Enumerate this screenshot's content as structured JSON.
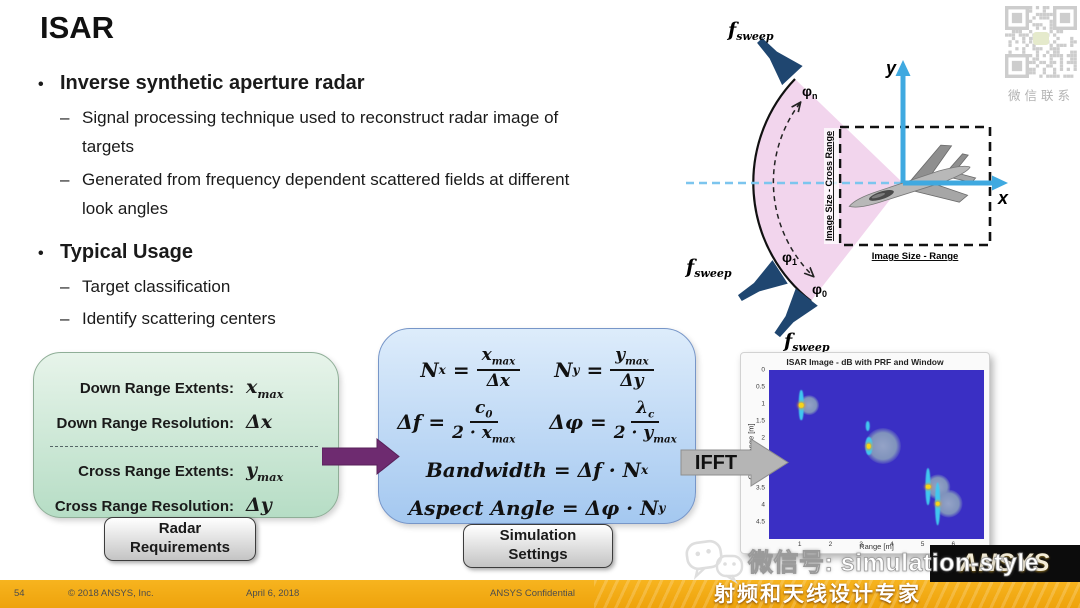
{
  "slide_title": "ISAR",
  "bullets": {
    "bullet_char": "•",
    "dash_char": "–",
    "items": [
      {
        "label": "Inverse synthetic aperture radar",
        "subs": [
          "Signal processing technique used to reconstruct radar image of targets",
          "Generated from frequency dependent scattered fields at different look angles"
        ]
      },
      {
        "label": "Typical Usage",
        "subs": [
          "Target classification",
          "Identify scattering centers"
        ]
      }
    ]
  },
  "diagram": {
    "fsweep_base": "f",
    "fsweep_sub": "sweep",
    "phi_base": "φ",
    "phi_n_sub": "n",
    "phi_1_sub": "1",
    "phi_0_sub": "0",
    "axis_x_label": "x",
    "axis_y_label": "y",
    "cross_range_label": "Image Size - Cross Range",
    "range_label": "Image Size - Range"
  },
  "qr_caption": "微信联系",
  "radar_box": {
    "rows": [
      {
        "label": "Down Range Extents:",
        "sym": "x",
        "sym_sub": "max"
      },
      {
        "label": "Down Range Resolution:",
        "sym": "Δx",
        "sym_sub": ""
      },
      {
        "label": "Cross Range Extents:",
        "sym": "y",
        "sym_sub": "max"
      },
      {
        "label": "Cross Range Resolution:",
        "sym": "Δy",
        "sym_sub": ""
      }
    ],
    "caption_line1": "Radar",
    "caption_line2": "Requirements"
  },
  "settings_box": {
    "eq": "=",
    "f1": {
      "lhs": "N",
      "lhs_sub": "x",
      "num": "x",
      "num_sub": "max",
      "den": "Δx",
      "den_sub": ""
    },
    "f2": {
      "lhs": "N",
      "lhs_sub": "y",
      "num": "y",
      "num_sub": "max",
      "den": "Δy",
      "den_sub": ""
    },
    "f3": {
      "lhs": "Δf",
      "lhs_sub": "",
      "num": "c",
      "num_sub": "0",
      "den": "2 · x",
      "den_sub": "max"
    },
    "f4": {
      "lhs": "Δφ",
      "lhs_sub": "",
      "num": "λ",
      "num_sub": "c",
      "den": "2 · y",
      "den_sub": "max"
    },
    "f5": {
      "lhs": "Bandwidth",
      "rhs": "Δf · N",
      "rhs_sub": "x"
    },
    "f6": {
      "lhs": "Aspect Angle",
      "rhs": "Δφ · N",
      "rhs_sub": "y"
    },
    "caption_line1": "Simulation",
    "caption_line2": "Settings"
  },
  "arrows": {
    "ifft_label": "IFFT"
  },
  "chart_data": {
    "type": "heatmap",
    "title": "ISAR Image - dB with PRF and Window",
    "xlabel": "Range [m]",
    "ylabel": "Cross Range [m]",
    "xlim": [
      0,
      7
    ],
    "ylim": [
      0,
      5
    ],
    "x_ticks": [
      1,
      2,
      3,
      4,
      5,
      6
    ],
    "y_ticks": [
      0,
      0.5,
      1,
      1.5,
      2,
      2.5,
      3,
      3.5,
      4,
      4.5
    ],
    "y_axis_direction": "down",
    "grid": false,
    "colormap_background": "#3A2FC4",
    "scatterers": [
      {
        "range": 1.3,
        "cross_range": 1.05,
        "relative_size": 0.55,
        "streak": "tall",
        "has_hotspot": true
      },
      {
        "range": 3.3,
        "cross_range": 1.65,
        "relative_size": 0.18,
        "streak": "short",
        "has_hotspot": false
      },
      {
        "range": 3.7,
        "cross_range": 2.25,
        "relative_size": 1.0,
        "streak": "short",
        "has_hotspot": true
      },
      {
        "range": 5.5,
        "cross_range": 3.45,
        "relative_size": 0.7,
        "streak": "tall",
        "has_hotspot": true
      },
      {
        "range": 5.85,
        "cross_range": 3.95,
        "relative_size": 0.8,
        "streak": "tall",
        "has_hotspot": true
      }
    ]
  },
  "watermark": {
    "wechat_text": "微信号: simulation-style",
    "ansys_logo": "ANSYS",
    "tagline": "射频和天线设计专家"
  },
  "footer": {
    "page": "54",
    "copyright": "© 2018 ANSYS, Inc.",
    "date": "April 6, 2018",
    "confidential": "ANSYS Confidential"
  },
  "colors": {
    "footer_band": "#F2A712",
    "plot_background": "#3A2FC4",
    "sector_pink": "#F2D5ED",
    "horn_navy": "#1F4670",
    "axis_blue": "#3FA9E0",
    "purple_arrow": "#6E2B70",
    "gray_arrow": "#B5B5B5",
    "green_box_top": "#E7F4EA",
    "green_box_bottom": "#B6DDC5",
    "blue_box_top": "#DDECFB",
    "blue_box_bottom": "#A4C8F0"
  }
}
